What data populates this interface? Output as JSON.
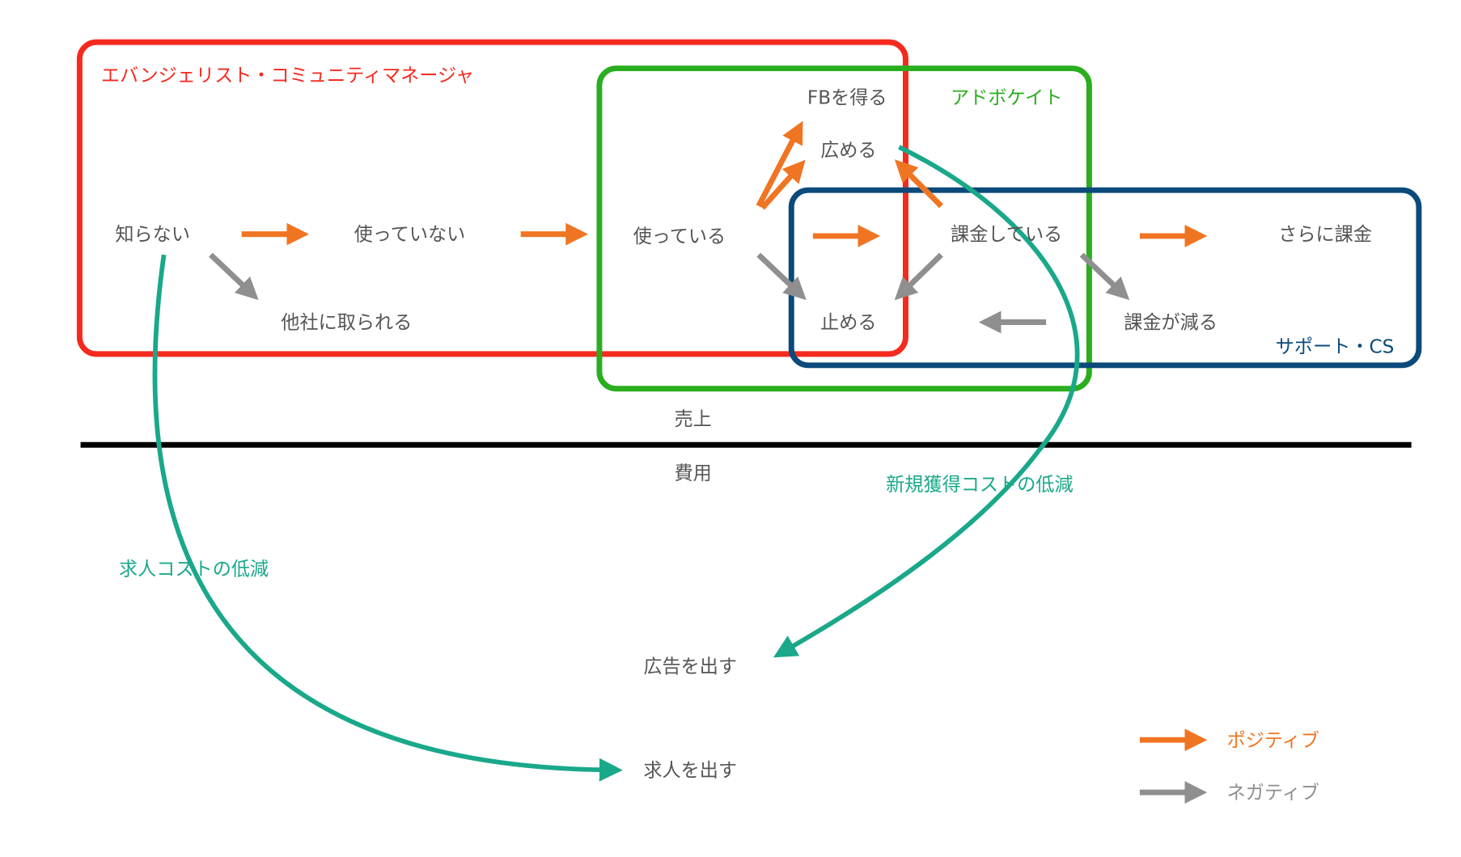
{
  "groups": {
    "evangelist": "エバンジェリスト・コミュニティマネージャ",
    "advocate": "アドボケイト",
    "support": "サポート・CS"
  },
  "nodes": {
    "unaware": "知らない",
    "not_using": "使っていない",
    "using": "使っている",
    "get_feedback": "FBを得る",
    "spread": "広める",
    "paying": "課金している",
    "pay_more": "さらに課金",
    "lost_to_competitor": "他社に取られる",
    "stop": "止める",
    "pay_less": "課金が減る",
    "revenue": "売上",
    "cost": "費用",
    "advertise": "広告を出す",
    "recruit": "求人を出す"
  },
  "effects": {
    "recruit_cost": "求人コストの低減",
    "acquisition_cost": "新規獲得コストの低減"
  },
  "legend": {
    "positive": "ポジティブ",
    "negative": "ネガティブ"
  },
  "colors": {
    "evangelist": "#f52a1f",
    "advocate": "#2aae1f",
    "support": "#0b4a7a",
    "positive": "#f07522",
    "negative": "#8f8f8f",
    "effect": "#1aa88a"
  }
}
